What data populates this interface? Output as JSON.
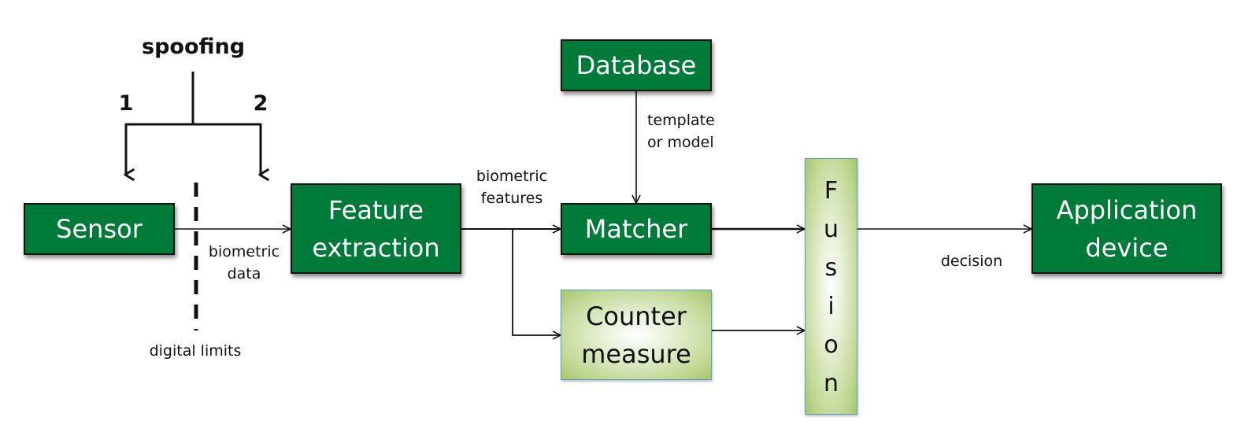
{
  "diagram": {
    "title": "Biometric system with spoofing points and countermeasure fusion",
    "nodes": {
      "sensor": "Sensor",
      "feature_extraction": [
        "Feature",
        "extraction"
      ],
      "database": "Database",
      "matcher": "Matcher",
      "counter_measure": [
        "Counter",
        "measure"
      ],
      "fusion": [
        "F",
        "u",
        "s",
        "i",
        "o",
        "n"
      ],
      "application_device": [
        "Application",
        "device"
      ]
    },
    "labels": {
      "spoofing": "spoofing",
      "point_1": "1",
      "point_2": "2",
      "biometric_data": [
        "biometric",
        "data"
      ],
      "digital_limits": "digital limits",
      "biometric_features": [
        "biometric",
        "features"
      ],
      "template_or_model": [
        "template",
        "or model"
      ],
      "decision": "decision"
    },
    "edges": [
      {
        "from": "spoofing",
        "to": "Sensor",
        "label": "1"
      },
      {
        "from": "spoofing",
        "to": "biometric data link",
        "label": "2"
      },
      {
        "from": "Sensor",
        "to": "Feature extraction",
        "label": "biometric data"
      },
      {
        "from": "Feature extraction",
        "to": "Matcher",
        "label": "biometric features"
      },
      {
        "from": "Feature extraction",
        "to": "Counter measure",
        "label": "biometric features"
      },
      {
        "from": "Database",
        "to": "Matcher",
        "label": "template or model"
      },
      {
        "from": "Matcher",
        "to": "Fusion",
        "label": ""
      },
      {
        "from": "Counter measure",
        "to": "Fusion",
        "label": ""
      },
      {
        "from": "Fusion",
        "to": "Application device",
        "label": "decision"
      }
    ],
    "colors": {
      "node_dark": "#007a38",
      "node_light": "#c2d896",
      "light_border": "#4aa3c8",
      "line": "#111111"
    }
  }
}
